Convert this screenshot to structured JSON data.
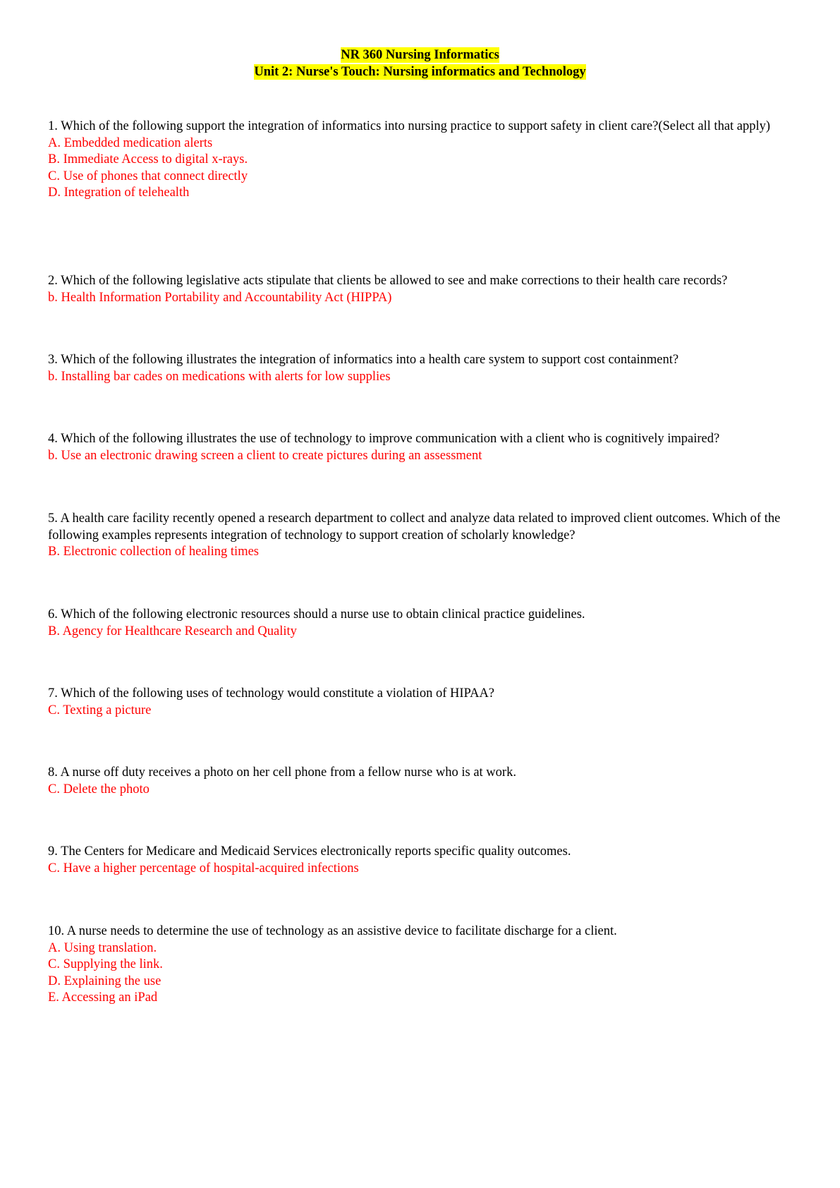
{
  "header": {
    "title": "NR 360 Nursing Informatics",
    "subtitle": "Unit 2: Nurse's Touch: Nursing informatics and Technology"
  },
  "questions": [
    {
      "text": "1. Which of the following support the integration of informatics into nursing practice to support safety in client care?(Select all that apply)",
      "answers": [
        "A. Embedded medication alerts",
        "B. Immediate Access to digital x-rays.",
        "C. Use of phones that connect directly",
        "D. Integration of telehealth"
      ]
    },
    {
      "text": "2. Which of the following legislative acts stipulate that clients be allowed to see and make corrections to their health care records?",
      "answers": [
        "b. Health Information Portability and Accountability Act (HIPPA)"
      ]
    },
    {
      "text": "3. Which of the following illustrates the integration of informatics into a health care system to support cost containment?",
      "answers": [
        "b. Installing bar cades on medications with alerts for low supplies"
      ]
    },
    {
      "text": "4. Which of the following illustrates the use of technology to improve communication with a client who is cognitively impaired?",
      "answers": [
        "b. Use an electronic drawing screen a client to create pictures during an assessment"
      ]
    },
    {
      "text": "5. A health care facility recently opened a research department to collect and analyze data related to improved client outcomes. Which of the following examples represents integration of technology to support creation of scholarly knowledge?",
      "answers": [
        "B. Electronic collection of healing times"
      ]
    },
    {
      "text": "6. Which of the following electronic resources should a nurse use to obtain clinical practice guidelines.",
      "answers": [
        "B. Agency for Healthcare Research and Quality"
      ]
    },
    {
      "text": "7. Which of the following uses of technology would constitute a violation of HIPAA?",
      "answers": [
        "C. Texting a picture"
      ]
    },
    {
      "text": "8. A nurse off duty receives a photo on her cell phone from a fellow nurse who is at work.",
      "answers": [
        "C. Delete the photo"
      ]
    },
    {
      "text": "9. The Centers for Medicare and Medicaid Services electronically reports specific quality outcomes.",
      "answers": [
        "C. Have a higher percentage of hospital-acquired infections"
      ]
    },
    {
      "text": "10. A nurse needs to determine the use of technology as an assistive device to facilitate discharge for a client.",
      "answers": [
        "A. Using translation.",
        "C. Supplying the link.",
        "D. Explaining the use",
        "E. Accessing an iPad"
      ]
    }
  ],
  "colors": {
    "answer": "#ff0000",
    "highlight": "#ffff00",
    "text": "#000000"
  }
}
